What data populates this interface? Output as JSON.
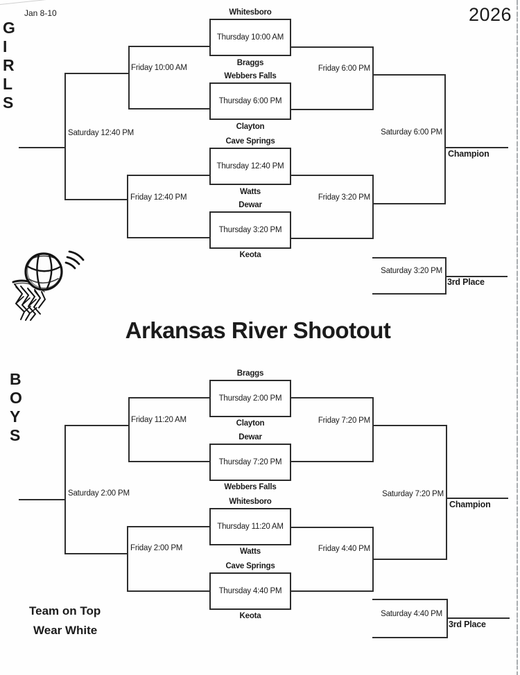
{
  "page": {
    "date_range": "Jan 8-10",
    "year": "2026",
    "title": "Arkansas River Shootout",
    "note_line1": "Team on Top",
    "note_line2": "Wear White"
  },
  "girls": {
    "section_letters": [
      "G",
      "I",
      "R",
      "L",
      "S"
    ],
    "games": [
      {
        "team_top": "Whitesboro",
        "time": "Thursday 10:00 AM",
        "team_bottom": "Braggs"
      },
      {
        "team_top": "Webbers Falls",
        "time": "Thursday 6:00 PM",
        "team_bottom": "Clayton"
      },
      {
        "team_top": "Cave Springs",
        "time": "Thursday 12:40 PM",
        "team_bottom": "Watts"
      },
      {
        "team_top": "Dewar",
        "time": "Thursday 3:20 PM",
        "team_bottom": "Keota"
      }
    ],
    "round2_left_top": "Friday 10:00 AM",
    "round2_left_bottom": "Friday 12:40 PM",
    "round2_right_top": "Friday 6:00 PM",
    "round2_right_bottom": "Friday 3:20 PM",
    "final_left": "Saturday 12:40 PM",
    "final_right": "Saturday 6:00 PM",
    "champion_label": "Champion",
    "third_place_time": "Saturday 3:20 PM",
    "third_place_label": "3rd Place"
  },
  "boys": {
    "section_letters": [
      "B",
      "O",
      "Y",
      "S"
    ],
    "games": [
      {
        "team_top": "Braggs",
        "time": "Thursday 2:00 PM",
        "team_bottom": "Clayton"
      },
      {
        "team_top": "Dewar",
        "time": "Thursday 7:20 PM",
        "team_bottom": "Webbers Falls"
      },
      {
        "team_top": "Whitesboro",
        "time": "Thursday 11:20 AM",
        "team_bottom": "Watts"
      },
      {
        "team_top": "Cave Springs",
        "time": "Thursday 4:40 PM",
        "team_bottom": "Keota"
      }
    ],
    "round2_left_top": "Friday 11:20 AM",
    "round2_left_bottom": "Friday 2:00 PM",
    "round2_right_top": "Friday 7:20 PM",
    "round2_right_bottom": "Friday 4:40 PM",
    "final_left": "Saturday 2:00 PM",
    "final_right": "Saturday 7:20 PM",
    "champion_label": "Champion",
    "third_place_time": "Saturday 4:40 PM",
    "third_place_label": "3rd Place"
  },
  "icons": {
    "basketball": "basketball-hoop-icon"
  },
  "colors": {
    "ink": "#1b1b1b",
    "line": "#2e2e2e",
    "scan_artifact": "#8d9296"
  }
}
